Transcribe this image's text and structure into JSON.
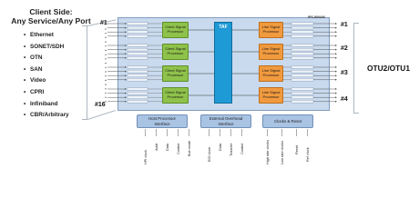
{
  "client_side": {
    "title_line1": "Client Side:",
    "title_line2": "Any Service/Any Port",
    "services": [
      "Ethernet",
      "SONET/SDH",
      "OTN",
      "SAN",
      "Video",
      "CPRI",
      "Infiniband",
      "CBR/Arbitrary"
    ]
  },
  "ports": {
    "client_first": "#1",
    "client_last": "#16",
    "line": [
      "#1",
      "#2",
      "#3",
      "#4"
    ]
  },
  "line_side_label": "OTU2/OTU1",
  "chip": {
    "part_number": "IPS-800AM",
    "center_block": "TAF",
    "client_processor_lines": [
      "Client Signal",
      "Processor"
    ],
    "line_processor_lines": [
      "Line Signal",
      "Processor"
    ],
    "host_interface_lines": [
      "Host Processor",
      "Interface"
    ],
    "overhead_interface_lines": [
      "External Overhead",
      "Interface"
    ],
    "clocks_label": "Clocks & Reset"
  },
  "host_signals": [
    "HPI clock",
    "Addr",
    "Data",
    "Control",
    "Bus mode"
  ],
  "overhead_signals": [
    "EOI clock",
    "Data",
    "Transfer",
    "Control"
  ],
  "clock_signals": [
    "High rate clocks",
    "Low rate clocks",
    "Reset",
    "Ref clock"
  ],
  "colors": {
    "chip_fill": "#c9daee",
    "client_processor": "#8fc24a",
    "line_processor": "#f19a3e",
    "taf_block": "#1e9ad6",
    "interface_block": "#a9c3e3"
  }
}
